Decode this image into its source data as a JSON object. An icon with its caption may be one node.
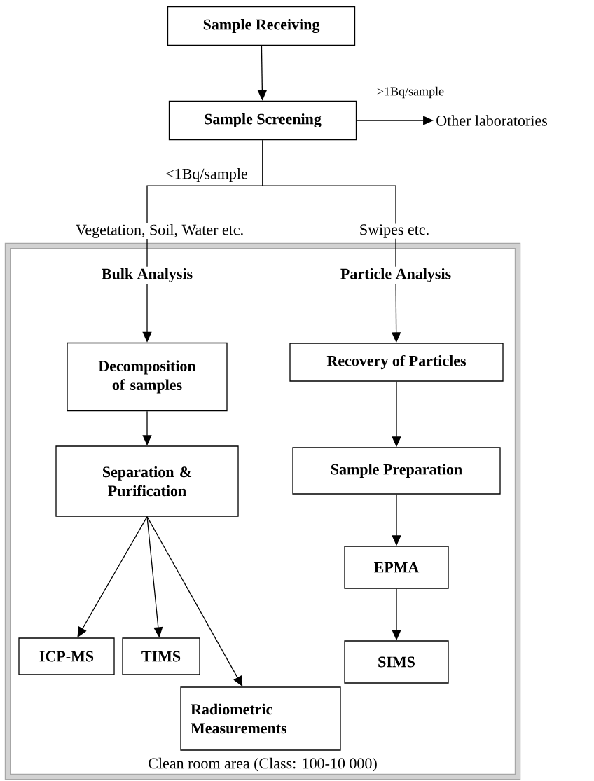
{
  "diagram": {
    "nodes": [
      {
        "text": [
          "Sample Receiving"
        ]
      },
      {
        "text": [
          "Sample Screening"
        ]
      },
      {
        "text": [
          "Other laboratories"
        ]
      },
      {
        "text": [
          "Clean room area (Class: 100-10 000)"
        ]
      },
      {
        "text": [
          "Bulk Analysis"
        ],
        "in": 3
      },
      {
        "text": [
          "Particle Analysis"
        ],
        "in": 3
      },
      {
        "text": [
          "Decomposition of samples"
        ],
        "in": 3
      },
      {
        "text": [
          "Recovery of Particles"
        ],
        "in": 3
      },
      {
        "text": [
          "Separation & Purification"
        ],
        "in": 3
      },
      {
        "text": [
          "Sample Preparation"
        ],
        "in": 3
      },
      {
        "text": [
          "EPMA"
        ],
        "in": 3
      },
      {
        "text": [
          "ICP-MS"
        ],
        "in": 3
      },
      {
        "text": [
          "TIMS"
        ],
        "in": 3
      },
      {
        "text": [
          "SIMS"
        ],
        "in": 3
      },
      {
        "text": [
          "Radiometric Measurements"
        ],
        "in": 3
      }
    ],
    "edges": [
      {
        "from": 0,
        "to": 1,
        "arrow": "to"
      },
      {
        "from": 1,
        "to": 2,
        "arrow": "to",
        "label": ">1Bq/sample"
      },
      {
        "from": 1,
        "to": 4,
        "arrow": "none",
        "label": "Vegetation, Soil, Water etc."
      },
      {
        "from": 1,
        "to": 5,
        "arrow": "none",
        "label": "Swipes  etc."
      },
      {
        "from": 4,
        "to": 6,
        "arrow": "to"
      },
      {
        "from": 6,
        "to": 8,
        "arrow": "to"
      },
      {
        "from": 8,
        "to": 11,
        "arrow": "to"
      },
      {
        "from": 8,
        "to": 12,
        "arrow": "to"
      },
      {
        "from": 8,
        "to": 14,
        "arrow": "to"
      },
      {
        "from": 5,
        "to": 7,
        "arrow": "to"
      },
      {
        "from": 7,
        "to": 9,
        "arrow": "to"
      },
      {
        "from": 9,
        "to": 10,
        "arrow": "to"
      },
      {
        "from": 10,
        "to": 13,
        "arrow": "to"
      }
    ],
    "labels": [
      "<1Bq/sample"
    ]
  }
}
